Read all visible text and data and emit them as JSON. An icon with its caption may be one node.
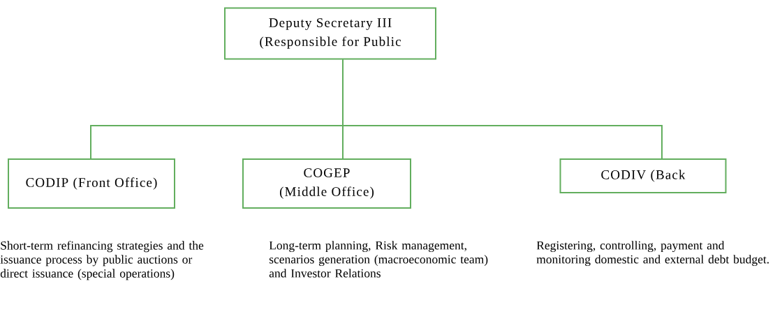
{
  "diagram": {
    "nodes": [
      {
        "text": [
          "Deputy Secretary III (Responsible for Public"
        ]
      },
      {
        "text": [
          "CODIP (Front Office)"
        ],
        "beside": [
          "Short-term refinancing strategies and the issuance process by public auctions or direct issuance (special operations)"
        ]
      },
      {
        "text": [
          "COGEP (Middle Office)"
        ],
        "beside": [
          "Long-term planning, Risk management, scenarios generation (macroeconomic team) and Investor Relations"
        ]
      },
      {
        "text": [
          "CODIV (Back"
        ],
        "beside": [
          "Registering, controlling, payment and monitoring domestic and external debt budget."
        ]
      }
    ],
    "edges": [
      {
        "from": 0,
        "to": 1,
        "arrow": "none"
      },
      {
        "from": 0,
        "to": 2,
        "arrow": "none"
      },
      {
        "from": 0,
        "to": 3,
        "arrow": "none"
      }
    ]
  }
}
